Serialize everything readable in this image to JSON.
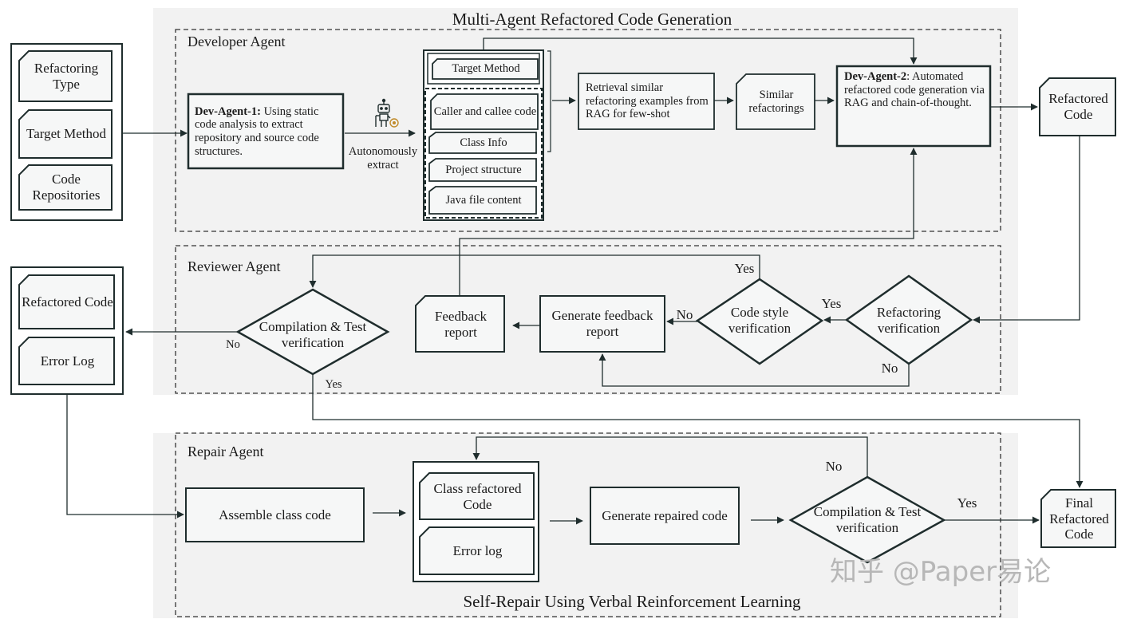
{
  "titles": {
    "top": "Multi-Agent Refactored Code Generation",
    "bottom": "Self-Repair Using Verbal Reinforcement Learning"
  },
  "sections": {
    "developer": "Developer Agent",
    "reviewer": "Reviewer Agent",
    "repair": "Repair Agent"
  },
  "inputs": {
    "refactoring_type": "Refactoring Type",
    "target_method": "Target Method",
    "code_repositories": "Code Repositories"
  },
  "developer": {
    "dev_agent_1_bold": "Dev-Agent-1:",
    "dev_agent_1_rest": " Using static code analysis to extract repository and source code structures.",
    "autonomously_extract": "Autonomously extract",
    "context_items": [
      "Target Method",
      "Caller and callee code",
      "Class Info",
      "Project structure",
      "Java file content"
    ],
    "retrieval": "Retrieval similar refactoring examples from RAG for few-shot",
    "similar_refactorings": "Similar refactorings",
    "dev_agent_2_bold": "Dev-Agent-2",
    "dev_agent_2_rest": ": Automated refactored code generation via RAG and chain-of-thought."
  },
  "refactored_code_out": "Refactored Code",
  "reviewer": {
    "compilation_test": "Compilation & Test verification",
    "feedback_report": "Feedback report",
    "generate_feedback": "Generate feedback report",
    "code_style": "Code style verification",
    "refactoring_verification": "Refactoring verification"
  },
  "error_outputs": {
    "refactored_code": "Refactored Code",
    "error_log": "Error Log"
  },
  "repair": {
    "assemble": "Assemble class code",
    "class_refactored": "Class refactored Code",
    "error_log": "Error log",
    "generate_repaired": "Generate repaired code",
    "compilation_test": "Compilation & Test verification"
  },
  "final_output": "Final Refactored Code",
  "edge_labels": {
    "yes": "Yes",
    "no": "No"
  },
  "watermark": "知乎 @Paper易论",
  "colors": {
    "panel": "#f2f2f2",
    "box_fill": "#f6f7f7",
    "border": "#1f2d2d",
    "watermark": "#b7b7b7"
  }
}
